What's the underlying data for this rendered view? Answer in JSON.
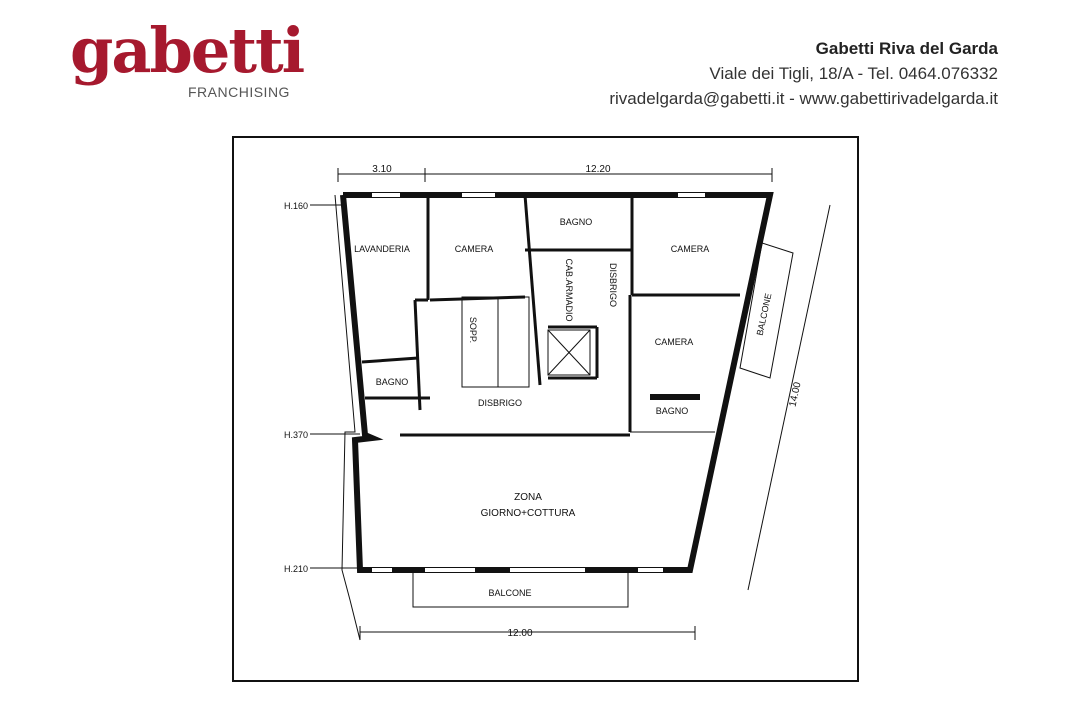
{
  "brand": {
    "logo_word": "gabetti",
    "logo_sub": "FRANCHISING",
    "color": "#a6192e"
  },
  "contact": {
    "name": "Gabetti Riva del Garda",
    "address": "Viale dei Tigli, 18/A - Tel. 0464.076332",
    "web": "rivadelgarda@gabetti.it - www.gabettirivadelgarda.it"
  },
  "plan": {
    "dims": {
      "top_left": "3.10",
      "top_right": "12.20",
      "bottom": "12.00",
      "right": "14.00"
    },
    "heights": {
      "h1": "H.160",
      "h2": "H.370",
      "h3": "H.210"
    },
    "rooms": {
      "lavanderia": "LAVANDERIA",
      "camera1": "CAMERA",
      "bagno1": "BAGNO",
      "camera2": "CAMERA",
      "cab_armadio": "CAB.ARMADIO",
      "disbrigo_small": "DISBRIGO",
      "camera3": "CAMERA",
      "sopp": "SOPP.",
      "bagno_left": "BAGNO",
      "disbrigo": "DISBRIGO",
      "bagno_right": "BAGNO",
      "balcone_right": "BALCONE",
      "zona1": "ZONA",
      "zona2": "GIORNO+COTTURA",
      "balcone_bottom": "BALCONE"
    }
  }
}
